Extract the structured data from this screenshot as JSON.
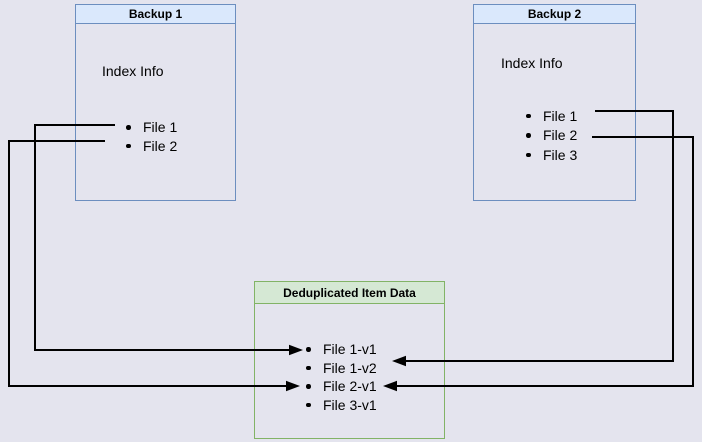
{
  "page": {
    "background_color": "#e4e4ee"
  },
  "diagram": {
    "backup1": {
      "title": "Backup 1",
      "label": "Index Info",
      "items": [
        "File 1",
        "File 2"
      ],
      "border_color": "#6c8ebf",
      "title_fill": "#dae8fc"
    },
    "backup2": {
      "title": "Backup 2",
      "label": "Index Info",
      "items": [
        "File 1",
        "File 2",
        "File 3"
      ],
      "border_color": "#6c8ebf",
      "title_fill": "#dae8fc"
    },
    "dedup": {
      "title": "Deduplicated Item Data",
      "items": [
        "File 1-v1",
        "File 1-v2",
        "File 2-v1",
        "File 3-v1"
      ],
      "border_color": "#82b366",
      "title_fill": "#d5e8d4"
    },
    "arrows": {
      "color": "#000000",
      "connections": [
        {
          "from": "Backup 1 / File 1",
          "to": "File 1-v1"
        },
        {
          "from": "Backup 1 / File 2",
          "to": "File 2-v1"
        },
        {
          "from": "Backup 2 / File 1",
          "to": "File 1-v2"
        },
        {
          "from": "Backup 2 / File 2",
          "to": "File 2-v1"
        }
      ]
    }
  }
}
